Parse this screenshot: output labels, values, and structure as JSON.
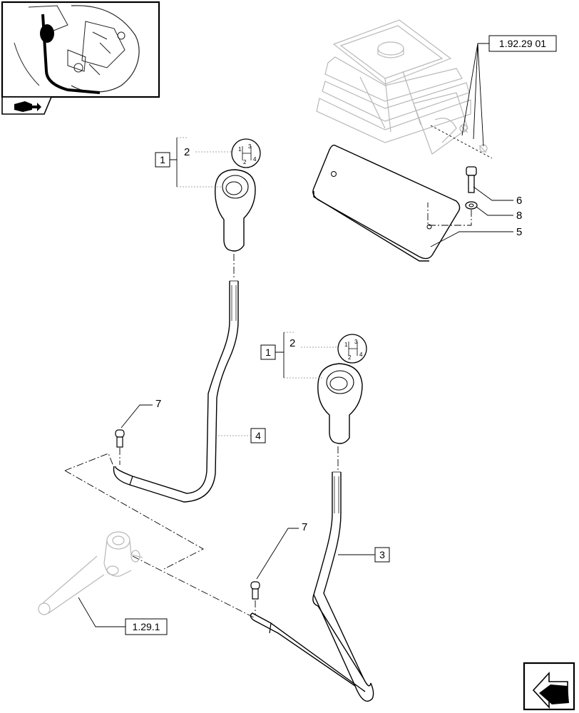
{
  "references": {
    "top_right": "1.92.29 01",
    "bottom_left": "1.29.1"
  },
  "callouts": {
    "item1_upper": "1",
    "item2_upper": "2",
    "item1_lower": "1",
    "item2_lower": "2",
    "item3": "3",
    "item4": "4",
    "item5": "5",
    "item6": "6",
    "item7_upper": "7",
    "item7_lower": "7",
    "item8": "8"
  },
  "knob_pattern": {
    "g1": "1",
    "g2": "2",
    "g3": "3",
    "g4": "4"
  },
  "icons": {
    "thumbnail": "tractor-cab-location-icon",
    "nav_small": "book-arrow-icon",
    "nav_corner": "next-page-arrow-icon"
  }
}
